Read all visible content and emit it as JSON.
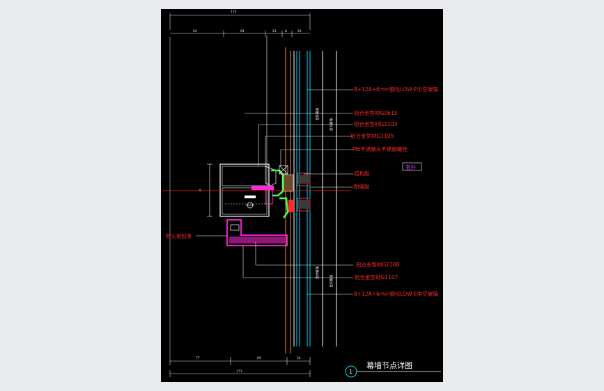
{
  "drawing": {
    "title": "幕墙节点详图",
    "detail_number": "1",
    "outdoor_tag": "室外",
    "labels": {
      "glass_top": "8+12A+6mm钢化LOW-E中空玻璃",
      "profile_1": "铝合金型材G0615",
      "profile_2": "铝合金型材G1103",
      "profile_3": "铝合金型材G1105",
      "bolt": "M6不锈钢头不锈钢螺栓",
      "struct_glue": "结构胶",
      "weather_glue": "耐候胶",
      "fire_seal": "防火密封条",
      "profile_4": "铝合金型材G1108",
      "profile_5": "铝合金型材G1107",
      "glass_bottom": "8+12A+6mm钢化LOW-E中空玻璃"
    },
    "dimensions": {
      "top_total": "173",
      "top_a": "64",
      "top_b": "64",
      "top_c": "21",
      "top_d": "8",
      "top_e": "24",
      "bottom_total": "173",
      "bottom_a": "77",
      "bottom_b": "65",
      "bottom_c": "24",
      "side_height": "6",
      "vert_1": "室外玻璃",
      "vert_2": "室内玻璃",
      "vert_3": "室外玻璃",
      "vert_4": "室内玻璃"
    }
  }
}
